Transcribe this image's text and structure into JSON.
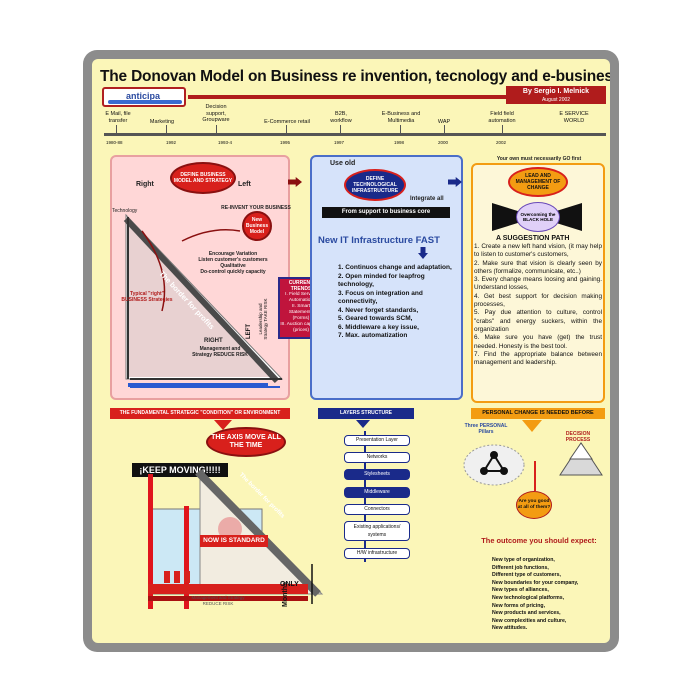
{
  "title": "The Donovan Model on Business re invention, tecnology and e-business",
  "logo_text": "anticipa",
  "author": "By Sergio I. Melnick",
  "date": "August 2002",
  "timeline": {
    "labels": [
      "E Mail, file transfer",
      "Marketing",
      "Decision support, Groupware",
      "E-Commerce retail",
      "B2B, workflow",
      "E-Business and Multimedia",
      "WAP",
      "Field field automation",
      "E SERVICE WORLD"
    ],
    "years": [
      "1980-88",
      "1992",
      "1993-4",
      "1995",
      "1997",
      "1998",
      "2000",
      "2002"
    ]
  },
  "left_panel": {
    "ellipse": "DEFINE BUSINESS MODEL AND STRATEGY",
    "right_label": "Right",
    "left_label": "Left",
    "technology": "Technology",
    "reinvent": "RE-INVENT YOUR BUSINESS",
    "new_business": "New Business Model",
    "border": "The border for profits",
    "encourage": [
      "Encourage Variation",
      "Listen customer's customers",
      "Qualitative",
      "Do-control quickly capacity"
    ],
    "typical": "Typical \"right\" BUSINESS Strategies",
    "right_caption": "RIGHT",
    "right_sub": "Management and Strategy REDUCE RISK",
    "left_caption": "LEFT",
    "left_sub": "Leadership and Strategy TAKE RISK",
    "banner": "THE FUNDAMENTAL STRATEGIC \"CONDITION\" OR ENVIRONMENT"
  },
  "trends": {
    "title": "CURRENT TRENDS",
    "items": [
      "I. Field Service Automation",
      "II. Smart Statements (Forms)",
      "III. Auction capacity (prices)"
    ]
  },
  "mid_panel": {
    "use_old": "Use old",
    "ellipse": "DEFINE TECHNOLOGICAL INFRASTRUCTURE",
    "integrate": "Integrate all",
    "support": "From support to business core",
    "headline": "New IT Infrastructure FAST",
    "items": [
      "1. Continuos change and adaptation,",
      "2. Open minded for leapfrog technology,",
      "3. Focus on integration and connectivity,",
      "4. Never forget standards,",
      "5. Geared towards SCM,",
      "6. Middleware a key issue,",
      "7. Max. automatization"
    ],
    "banner": "LAYERS STRUCTURE",
    "layers": [
      {
        "label": "Presentation Layer",
        "dark": false
      },
      {
        "label": "Networks",
        "dark": false
      },
      {
        "label": "Stylesheets",
        "dark": true
      },
      {
        "label": "Middleware",
        "dark": true
      },
      {
        "label": "Connectors",
        "dark": false
      },
      {
        "label": "Existing applications/ systems",
        "dark": false
      },
      {
        "label": "H/W infrastructure",
        "dark": false
      }
    ]
  },
  "right_panel": {
    "top_note": "Your own must necessarily GO first",
    "ellipse": "LEAD AND MANAGEMENT OF CHANGE",
    "hole": "Overcoming the BLACK HOLE",
    "sugg_title": "A SUGGESTION PATH",
    "items": [
      "1. Create a new left hand vision, (it may help to listen to customer's customers,",
      "2. Make sure that vision is clearly seen by others (formalize, communicate, etc..)",
      "3. Every change means loosing and gaining. Understand losses,",
      "4. Get best support for decision making processes,",
      "5. Pay due attention to culture, control \"crabs\" and energy suckers, within the organization",
      "6. Make sure you have (get) the trust needed. Honesty is the best tool.",
      "7. Find the appropriate balance between management and leadership."
    ],
    "banner": "PERSONAL CHANGE IS NEEDED BEFORE",
    "pillars": "Three PERSONAL Pillars",
    "decision": "DECISION PROCESS",
    "good": "Are you good at all of them?",
    "outcome_title": "The outcome you should expect:",
    "outcomes": [
      "New type of organization,",
      "Different job functions,",
      "Different type of customers,",
      "New boundaries for your company,",
      "New types of alliances,",
      "New technological platforms,",
      "New forms of pricing,",
      "New products and services,",
      "New complexities and culture,",
      "New attitudes."
    ]
  },
  "bottom_left": {
    "axis": "THE AXIS MOVE ALL THE TIME",
    "keep": "¡KEEP MOVING!!!!!",
    "now": "NOW IS STANDARD",
    "only": "ONLY",
    "months": "Months",
    "border": "The border for profits",
    "small": "Management and Strategy REDUCE RISK"
  }
}
